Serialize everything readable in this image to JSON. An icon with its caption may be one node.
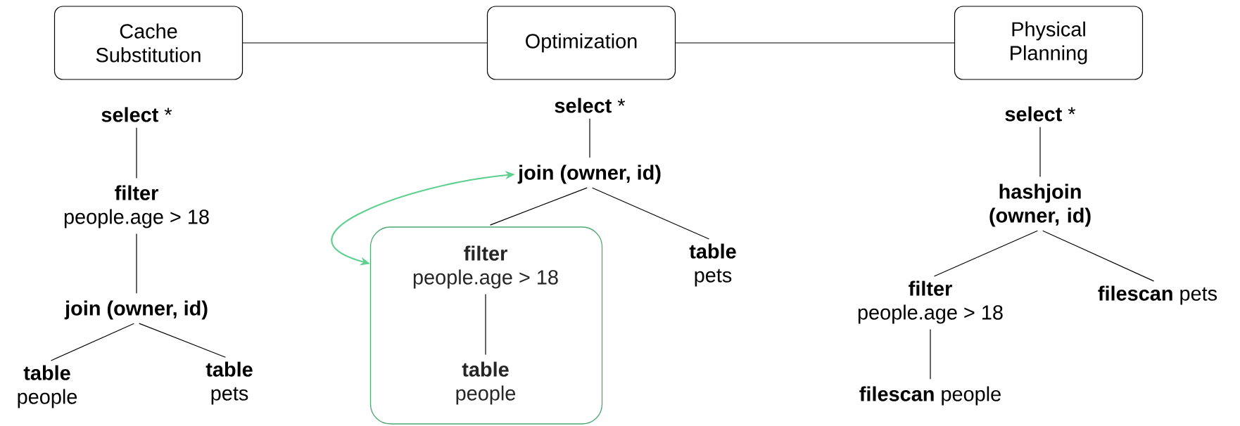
{
  "diagram": {
    "nodes": [
      {
        "text": [
          "Cache Substitution"
        ]
      },
      {
        "text": [
          "Optimization"
        ]
      },
      {
        "text": [
          "Physical Planning"
        ]
      },
      {
        "text": [
          "**select** *"
        ]
      },
      {
        "text": [
          "filter",
          "people.age > 18"
        ]
      },
      {
        "text": [
          "join (owner, id)"
        ]
      },
      {
        "text": [
          "table",
          "people"
        ]
      },
      {
        "text": [
          "table",
          "pets"
        ]
      },
      {
        "text": [
          "**select** *"
        ]
      },
      {
        "text": [
          "join (owner, id)"
        ]
      },
      {
        "text": [],
        "shape": "box"
      },
      {
        "text": [
          "filter",
          "people.age > 18"
        ],
        "in": 10
      },
      {
        "text": [
          "table",
          "people"
        ],
        "in": 10
      },
      {
        "text": [
          "table",
          "pets"
        ]
      },
      {
        "text": [
          "**select** *"
        ]
      },
      {
        "text": [
          "hashjoin (owner, id)"
        ]
      },
      {
        "text": [
          "filter",
          "people.age > 18"
        ]
      },
      {
        "text": [
          "**filescan** pets"
        ]
      },
      {
        "text": [
          "**filescan** people"
        ]
      }
    ],
    "edges": [
      {
        "from": 0,
        "to": 1,
        "arrow": "none"
      },
      {
        "from": 1,
        "to": 2,
        "arrow": "none"
      },
      {
        "from": 3,
        "to": 4,
        "arrow": "none"
      },
      {
        "from": 4,
        "to": 5,
        "arrow": "none"
      },
      {
        "from": 5,
        "to": 6,
        "arrow": "none"
      },
      {
        "from": 5,
        "to": 7,
        "arrow": "none"
      },
      {
        "from": 8,
        "to": 9,
        "arrow": "none"
      },
      {
        "from": 9,
        "to": 10,
        "arrow": "none"
      },
      {
        "from": 9,
        "to": 13,
        "arrow": "none"
      },
      {
        "from": 11,
        "to": 12,
        "arrow": "none"
      },
      {
        "from": 10,
        "to": 9,
        "arrow": "both",
        "color": "#5fd08f"
      },
      {
        "from": 14,
        "to": 15,
        "arrow": "none"
      },
      {
        "from": 15,
        "to": 16,
        "arrow": "none"
      },
      {
        "from": 15,
        "to": 17,
        "arrow": "none"
      },
      {
        "from": 16,
        "to": 18,
        "arrow": "none"
      }
    ]
  }
}
